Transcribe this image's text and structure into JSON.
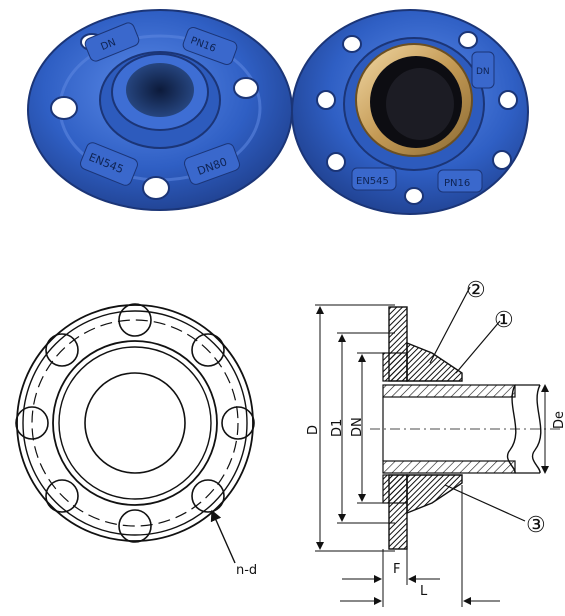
{
  "photo": {
    "left_flange_markings": [
      "DN",
      "PN16",
      "EN545",
      "DN80"
    ],
    "right_flange_markings": [
      "DN",
      "PN16",
      "EN545"
    ]
  },
  "front_view": {
    "bolt_hole_label": "n-d"
  },
  "section_view": {
    "part_labels": [
      "②",
      "①",
      "③"
    ],
    "dimensions": {
      "outer_diameter": "D",
      "bolt_circle": "D1",
      "nominal": "DN",
      "pipe_outer": "De",
      "flange_thickness": "F",
      "length": "L"
    }
  },
  "colors": {
    "flange_blue": "#2f5fc4",
    "drawing_line": "#111111"
  }
}
